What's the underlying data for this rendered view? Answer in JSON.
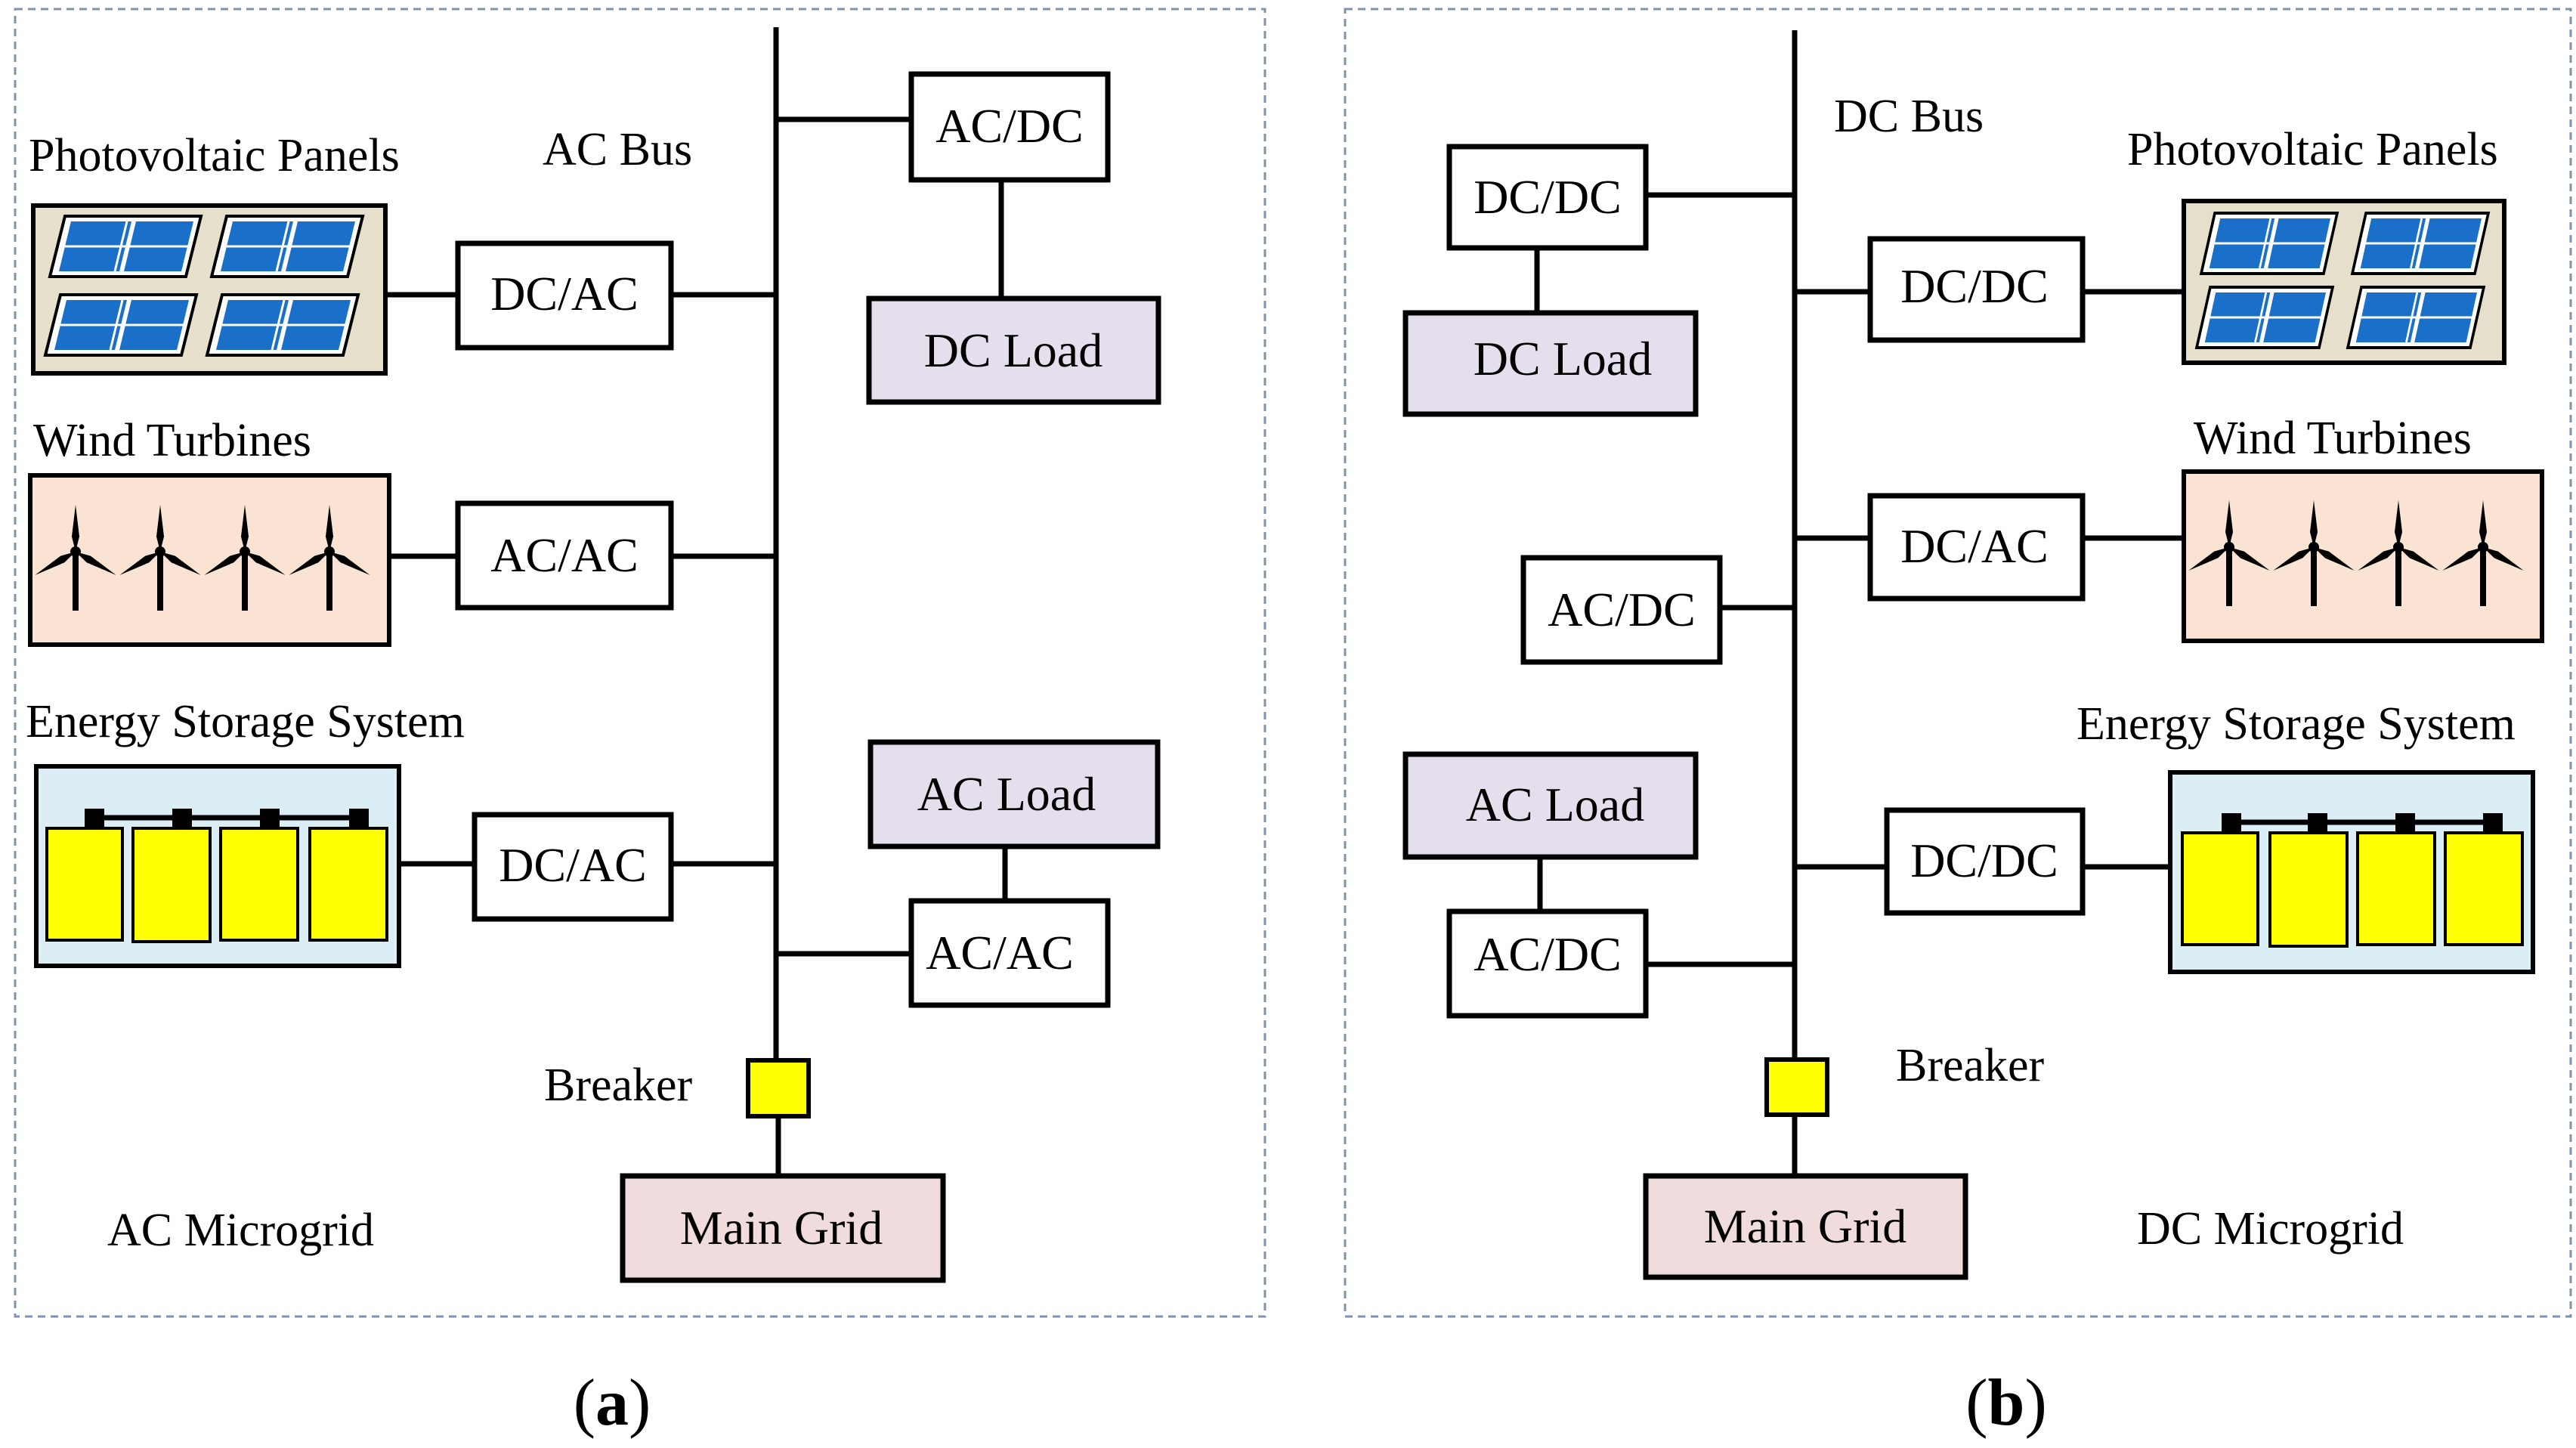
{
  "colors": {
    "frame_dash": "#7f93ad",
    "pv_bg": "#e5dfcb",
    "pv_cell": "#1a6fc8",
    "wind_bg": "#fbe3d4",
    "storage_bg": "#dbeef6",
    "battery": "#ffff00",
    "load_bg": "#e5deec",
    "grid_bg": "#f0dcdc",
    "breaker": "#ffff00"
  },
  "panel_a": {
    "bus_label": "AC Bus",
    "pv_label": "Photovoltaic Panels",
    "wind_label": "Wind Turbines",
    "storage_label": "Energy Storage System",
    "pv_converter": "DC/AC",
    "wind_converter": "AC/AC",
    "storage_converter": "DC/AC",
    "dc_load_converter": "AC/DC",
    "dc_load": "DC Load",
    "ac_load": "AC Load",
    "ac_load_converter": "AC/AC",
    "breaker_label": "Breaker",
    "main_grid": "Main Grid",
    "microgrid_label": "AC Microgrid",
    "caption_paren_open": "(",
    "caption_letter": "a",
    "caption_paren_close": ")"
  },
  "panel_b": {
    "bus_label": "DC Bus",
    "pv_label": "Photovoltaic Panels",
    "wind_label": "Wind Turbines",
    "storage_label": "Energy Storage System",
    "dc_load_converter": "DC/DC",
    "dc_load": "DC Load",
    "pv_converter": "DC/DC",
    "wind_converter": "DC/AC",
    "ac_dc_converter": "AC/DC",
    "storage_converter": "DC/DC",
    "ac_load": "AC Load",
    "ac_load_converter": "AC/DC",
    "breaker_label": "Breaker",
    "main_grid": "Main Grid",
    "microgrid_label": "DC Microgrid",
    "caption_paren_open": "(",
    "caption_letter": "b",
    "caption_paren_close": ")"
  }
}
